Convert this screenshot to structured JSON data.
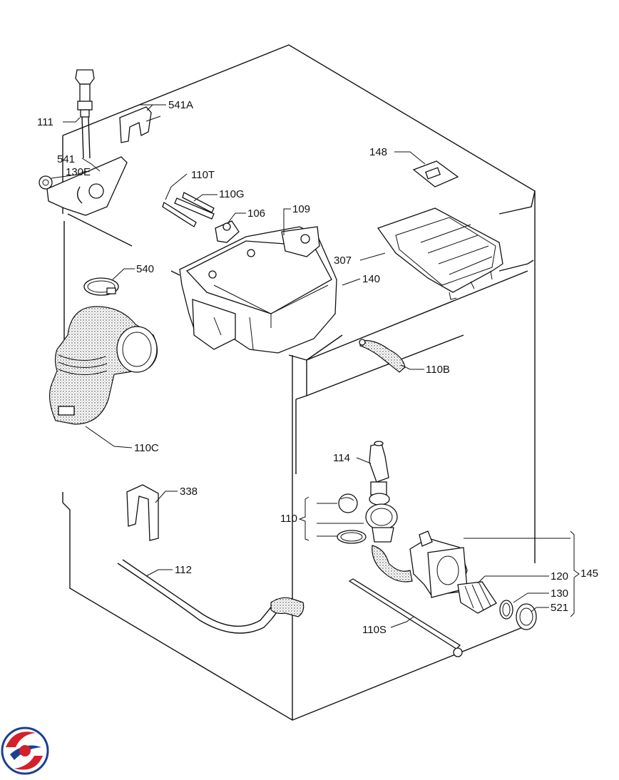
{
  "diagram": {
    "callouts": [
      {
        "id": "111",
        "label": "111"
      },
      {
        "id": "541A",
        "label": "541A"
      },
      {
        "id": "541",
        "label": "541"
      },
      {
        "id": "130E",
        "label": "130E"
      },
      {
        "id": "110T",
        "label": "110T"
      },
      {
        "id": "110G",
        "label": "110G"
      },
      {
        "id": "106",
        "label": "106"
      },
      {
        "id": "109",
        "label": "109"
      },
      {
        "id": "148",
        "label": "148"
      },
      {
        "id": "307",
        "label": "307"
      },
      {
        "id": "140",
        "label": "140"
      },
      {
        "id": "540",
        "label": "540"
      },
      {
        "id": "110B",
        "label": "110B"
      },
      {
        "id": "110C",
        "label": "110C"
      },
      {
        "id": "114",
        "label": "114"
      },
      {
        "id": "110",
        "label": "110"
      },
      {
        "id": "338",
        "label": "338"
      },
      {
        "id": "112",
        "label": "112"
      },
      {
        "id": "120",
        "label": "120"
      },
      {
        "id": "145",
        "label": "145"
      },
      {
        "id": "130",
        "label": "130"
      },
      {
        "id": "521",
        "label": "521"
      },
      {
        "id": "110S",
        "label": "110S"
      }
    ],
    "colors": {
      "line": "#111111",
      "background": "#ffffff",
      "logo_red": "#d4202a",
      "logo_blue": "#1c3f94"
    }
  }
}
